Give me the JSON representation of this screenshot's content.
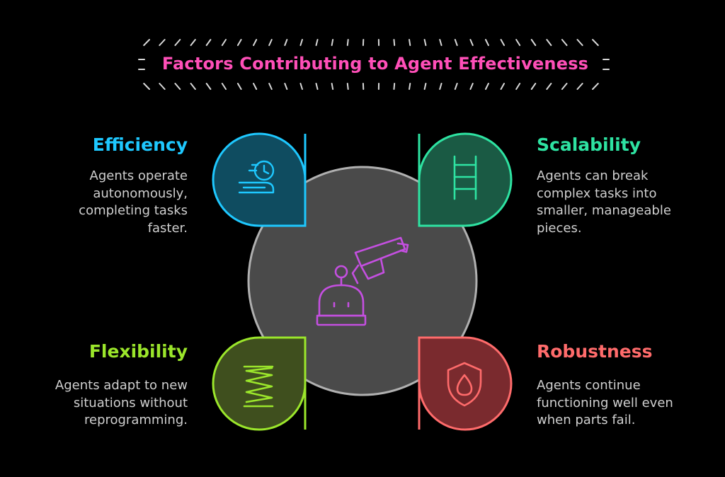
{
  "title": {
    "text": "Factors Contributing to Agent Effectiveness",
    "color": "#ff4fb8"
  },
  "center": {
    "icon": "robot-with-camera-icon",
    "color": "#4a4a4a",
    "stroke": "#b0b0b0",
    "icon_color": "#c44fe0"
  },
  "factors": [
    {
      "id": "efficiency",
      "heading": "Efficiency",
      "description": [
        "Agents operate",
        "autonomously,",
        "completing tasks",
        "faster."
      ],
      "icon": "clock-speed-icon",
      "color": "#1ec8ff",
      "fill": "#0f4c60"
    },
    {
      "id": "scalability",
      "heading": "Scalability",
      "description": [
        "Agents can break",
        "complex tasks into",
        "smaller, manageable",
        "pieces."
      ],
      "icon": "ladder-icon",
      "color": "#2ee3a2",
      "fill": "#1a5a44"
    },
    {
      "id": "flexibility",
      "heading": "Flexibility",
      "description": [
        "Agents adapt to new",
        "situations without",
        "reprogramming."
      ],
      "icon": "spring-icon",
      "color": "#9be62b",
      "fill": "#3f4f1e"
    },
    {
      "id": "robustness",
      "heading": "Robustness",
      "description": [
        "Agents continue",
        "functioning well even",
        "when parts fail."
      ],
      "icon": "shield-drop-icon",
      "color": "#ff6b6b",
      "fill": "#7a2a2e"
    }
  ]
}
